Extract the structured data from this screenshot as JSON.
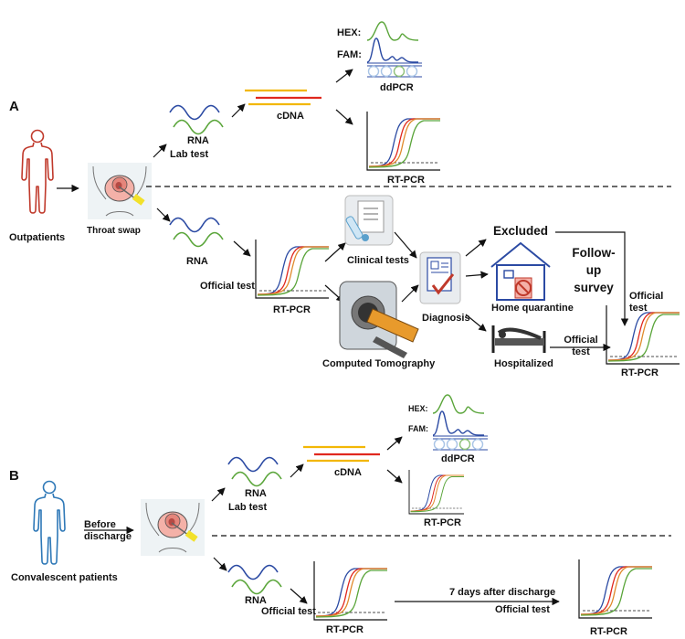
{
  "panel_a": {
    "letter": "A",
    "outpatients": "Outpatients",
    "throat_swab": "Throat swap",
    "lab_branch": {
      "rna": "RNA",
      "lab_test": "Lab test",
      "cdna": "cDNA",
      "hex": "HEX:",
      "fam": "FAM:",
      "ddpcr": "ddPCR",
      "rtpcr": "RT-PCR"
    },
    "official_branch": {
      "rna": "RNA",
      "official_test": "Official test",
      "rtpcr": "RT-PCR",
      "clinical_tests": "Clinical tests",
      "computed_tomography": "Computed Tomography",
      "diagnosis": "Diagnosis",
      "excluded": "Excluded",
      "home_quarantine": "Home quarantine",
      "hospitalized": "Hospitalized",
      "follow_up": "Follow-up survey",
      "official_test_right": "Official test",
      "official_test_hosp": "Official test",
      "rtpcr_final": "RT-PCR"
    }
  },
  "panel_b": {
    "letter": "B",
    "convalescent": "Convalescent patients",
    "before_discharge": "Before discharge",
    "lab_branch": {
      "rna": "RNA",
      "lab_test": "Lab test",
      "cdna": "cDNA",
      "hex": "HEX:",
      "fam": "FAM:",
      "ddpcr": "ddPCR",
      "rtpcr": "RT-PCR"
    },
    "official_branch": {
      "rna": "RNA",
      "official_test": "Official test",
      "rtpcr": "RT-PCR",
      "days_after": "7 days after discharge",
      "official_test_2": "Official test",
      "rtpcr_2": "RT-PCR"
    }
  },
  "colors": {
    "blue": "#2b4aa3",
    "green": "#5aa53a",
    "orange": "#e08a2c",
    "red": "#e0281e",
    "yellow": "#f2b705",
    "outpatient": "#c0392b",
    "convalescent": "#2e78b7"
  }
}
